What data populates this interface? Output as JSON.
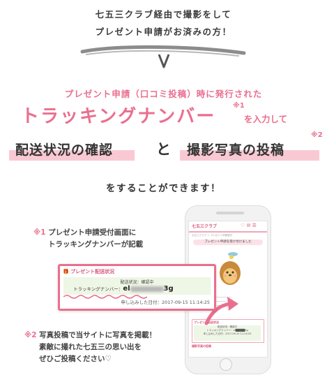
{
  "intro": {
    "line1": "七五三クラブ経由で撮影をして",
    "line2": "プレゼント申請がお済みの方！"
  },
  "headline": {
    "sub": "プレゼント申請（口コミ投稿）時に発行された",
    "tracking": "トラッキングナンバー",
    "tracking_note": "※1",
    "enter": "を入力して",
    "item1": "配送状況の確認",
    "and": "と",
    "item2": "撮影写真の投稿",
    "item2_note": "※2",
    "cando": "をすることができます！"
  },
  "notes": {
    "note1_mark": "※1",
    "note1_line1": "プレゼント申請受付画面に",
    "note1_line2": "トラッキングナンバーが記載",
    "note2_mark": "※2",
    "note2_line1": "写真投稿で当サイトに写真を掲載！",
    "note2_line2": "素敵に撮れた七五三の思い出を",
    "note2_line3": "ぜひご投稿ください♡"
  },
  "card": {
    "title": "プレゼント配送状況",
    "status": "配送状況：確認中",
    "tracking_label": "トラッキングナンバー：",
    "tracking_prefix": "el",
    "tracking_suffix": "3g",
    "date": "申し込みした日付：2017-09-15 11:14:25"
  },
  "phone": {
    "logo": "七五三クラブ",
    "icons": "♡ ✉ ☰",
    "crumb": "七五三クラブ ＞ プレゼント申請受付",
    "banner": "プレゼント申請を受け付けました",
    "box_title": "プレゼント配送状況",
    "box_line1": "配送状況：確認中",
    "box_line2": "トラッキングナンバー：el█████3g",
    "box_line3": "申し込みした日付：2017-09-15 11:14:25",
    "foot": "撮影写真の投稿"
  },
  "colors": {
    "accent_pink": "#ea6f8f",
    "highlight_pink": "#f9c9d3",
    "card_green": "#eef6e5"
  }
}
